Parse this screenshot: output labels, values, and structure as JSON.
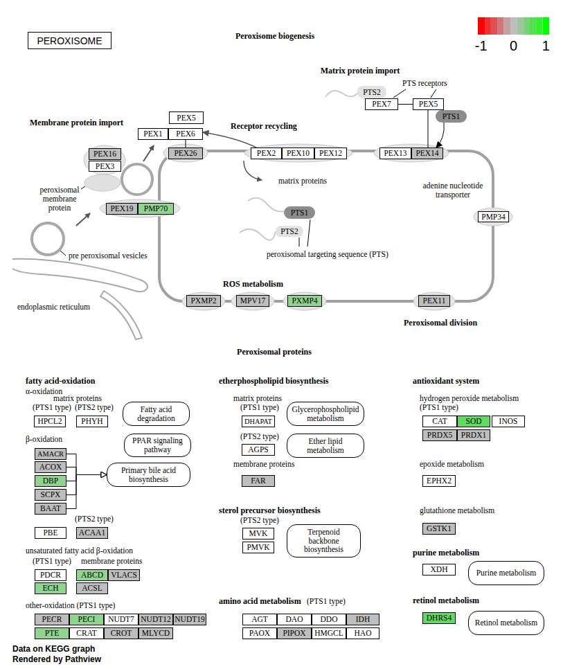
{
  "diagram": {
    "title": "PEROXISOME",
    "nodes": [
      {
        "text": [
          "PEX5"
        ]
      },
      {
        "text": [
          "PEX1"
        ]
      },
      {
        "text": [
          "PEX6"
        ]
      },
      {
        "text": [
          "PTS2"
        ]
      },
      {
        "text": [
          "PEX7"
        ]
      },
      {
        "text": [
          "PEX5"
        ]
      },
      {
        "text": [
          "PTS1"
        ]
      },
      {
        "text": [
          "PEX16"
        ]
      },
      {
        "text": [
          "PEX3"
        ]
      },
      {
        "text": [
          "PEX26"
        ]
      },
      {
        "text": [
          "PEX2"
        ]
      },
      {
        "text": [
          "PEX10"
        ]
      },
      {
        "text": [
          "PEX12"
        ]
      },
      {
        "text": [
          "PEX13"
        ]
      },
      {
        "text": [
          "PEX14"
        ]
      },
      {
        "text": [
          "PMP34"
        ]
      },
      {
        "text": [
          "PEX19"
        ]
      },
      {
        "text": [
          "PMP70"
        ]
      },
      {
        "text": [
          "PTS1"
        ]
      },
      {
        "text": [
          "PTS2"
        ]
      },
      {
        "text": [
          "PXMP2"
        ]
      },
      {
        "text": [
          "MPV17"
        ]
      },
      {
        "text": [
          "PXMP4"
        ]
      },
      {
        "text": [
          "PEX11"
        ]
      },
      {
        "text": [
          "HPCL2"
        ]
      },
      {
        "text": [
          "PHYH"
        ]
      },
      {
        "text": [
          "Fatty acid degradation"
        ]
      },
      {
        "text": [
          "AMACR"
        ]
      },
      {
        "text": [
          "ACOX"
        ]
      },
      {
        "text": [
          "DBP"
        ]
      },
      {
        "text": [
          "SCPX"
        ]
      },
      {
        "text": [
          "BAAT"
        ]
      },
      {
        "text": [
          "PPAR signaling pathway"
        ]
      },
      {
        "text": [
          "Primary bile acid biosynthesis"
        ]
      },
      {
        "text": [
          "PBE"
        ]
      },
      {
        "text": [
          "ACAA1"
        ]
      },
      {
        "text": [
          "PDCR"
        ]
      },
      {
        "text": [
          "ABCD"
        ]
      },
      {
        "text": [
          "VLACS"
        ]
      },
      {
        "text": [
          "ECH"
        ]
      },
      {
        "text": [
          "ACSL"
        ]
      },
      {
        "text": [
          "PECR"
        ]
      },
      {
        "text": [
          "PECI"
        ]
      },
      {
        "text": [
          "NUDT7"
        ]
      },
      {
        "text": [
          "NUDT12"
        ]
      },
      {
        "text": [
          "NUDT19"
        ]
      },
      {
        "text": [
          "PTE"
        ]
      },
      {
        "text": [
          "CRAT"
        ]
      },
      {
        "text": [
          "CROT"
        ]
      },
      {
        "text": [
          "MLYCD"
        ]
      },
      {
        "text": [
          "DHAPAT"
        ]
      },
      {
        "text": [
          "Glycerophospholipid metabolism"
        ]
      },
      {
        "text": [
          "AGPS"
        ]
      },
      {
        "text": [
          "Ether lipid metabolism"
        ]
      },
      {
        "text": [
          "FAR"
        ]
      },
      {
        "text": [
          "MVK"
        ]
      },
      {
        "text": [
          "PMVK"
        ]
      },
      {
        "text": [
          "Terpenoid backbone biosynthesis"
        ]
      },
      {
        "text": [
          "AGT"
        ]
      },
      {
        "text": [
          "DAO"
        ]
      },
      {
        "text": [
          "DDO"
        ]
      },
      {
        "text": [
          "IDH"
        ]
      },
      {
        "text": [
          "PAOX"
        ]
      },
      {
        "text": [
          "PIPOX"
        ]
      },
      {
        "text": [
          "HMGCL"
        ]
      },
      {
        "text": [
          "HAO"
        ]
      },
      {
        "text": [
          "CAT"
        ]
      },
      {
        "text": [
          "SOD"
        ]
      },
      {
        "text": [
          "INOS"
        ]
      },
      {
        "text": [
          "PRDX5"
        ]
      },
      {
        "text": [
          "PRDX1"
        ]
      },
      {
        "text": [
          "EPHX2"
        ]
      },
      {
        "text": [
          "GSTK1"
        ]
      },
      {
        "text": [
          "XDH"
        ]
      },
      {
        "text": [
          "Purine metabolism"
        ]
      },
      {
        "text": [
          "DHRS4"
        ]
      },
      {
        "text": [
          "Retinol metabolism"
        ]
      }
    ],
    "edges": [
      {
        "from": 4,
        "to": 5,
        "arrow": "to"
      },
      {
        "from": 5,
        "to": 14,
        "arrow": "to"
      },
      {
        "from": 6,
        "to": 14,
        "arrow": "to"
      },
      {
        "from": 2,
        "to": 9,
        "arrow": "none"
      },
      {
        "from": 10,
        "to": 2,
        "arrow": "to"
      },
      {
        "from": 27,
        "to": 33,
        "arrow": "to"
      },
      {
        "from": 28,
        "to": 33,
        "arrow": "to"
      },
      {
        "from": 29,
        "to": 33,
        "arrow": "to"
      },
      {
        "from": 30,
        "to": 33,
        "arrow": "to"
      },
      {
        "from": 31,
        "to": 33,
        "arrow": "to"
      }
    ],
    "labels": [
      "Peroxisome biogenesis",
      "Matrix protein import",
      "PTS receptors",
      "Membrane protein import",
      "Receptor recycling",
      "matrix proteins",
      "peroxisomal membrane protein",
      "pre peroxisomal vesicles",
      "endoplasmic reticulum",
      "adenine nucleotide transporter",
      "peroxisomal targeting sequence (PTS)",
      "ROS metabolism",
      "Peroxisomal division",
      "Peroxisomal proteins",
      "fatty acid-oxidation",
      "α-oxidation",
      "matrix proteins",
      "(PTS1 type)",
      "(PTS2 type)",
      "β-oxidation",
      "(PTS2 type)",
      "unsaturated fatty acid β-oxidation",
      "(PTS1 type)",
      "membrane proteins",
      "other-oxidation (PTS1 type)",
      "etherphospholipid biosynthesis",
      "matrix proteins",
      "(PTS1 type)",
      "(PTS2 type)",
      "membrane proteins",
      "sterol precursor biosynthesis",
      "(PTS2 type)",
      "amino acid metabolism",
      "(PTS1 type)",
      "antioxidant system",
      "hydrogen peroxide metabolism",
      "(PTS1 type)",
      "epoxide metabolism",
      "glutathione metabolism",
      "purine metabolism",
      "retinol metabolism",
      "Data on KEGG graph",
      "Rendered by Pathview"
    ],
    "legend": [
      {
        "text": "-1",
        "color": "#ff0000"
      },
      {
        "text": "0",
        "color": "#bebebe"
      },
      {
        "text": "1",
        "color": "#00ff00"
      }
    ]
  }
}
